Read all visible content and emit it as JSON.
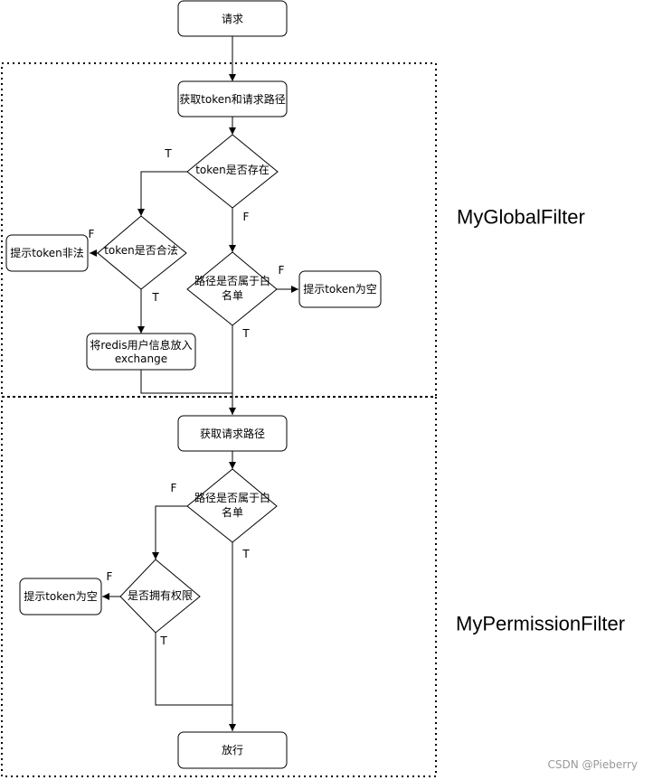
{
  "nodes": {
    "request": "请求",
    "get_token": "获取token和请求路径",
    "token_exists": "token是否存在",
    "token_valid": "token是否合法",
    "token_illegal": "提示token非法",
    "whitelist1_l1": "路径是否属于白",
    "whitelist1_l2": "名单",
    "token_empty1": "提示token为空",
    "put_redis_l1": "将redis用户信息放入",
    "put_redis_l2": "exchange",
    "get_path": "获取请求路径",
    "whitelist2_l1": "路径是否属于白",
    "whitelist2_l2": "名单",
    "has_perm": "是否拥有权限",
    "token_empty2": "提示token为空",
    "pass": "放行"
  },
  "edge_labels": {
    "exists_T": "T",
    "exists_F": "F",
    "valid_F": "F",
    "valid_T": "T",
    "wl1_F": "F",
    "wl1_T": "T",
    "wl2_F": "F",
    "wl2_T": "T",
    "perm_F": "F",
    "perm_T": "T"
  },
  "regions": {
    "global": "MyGlobalFilter",
    "permission": "MyPermissionFilter"
  },
  "watermark": "CSDN @Pieberry"
}
